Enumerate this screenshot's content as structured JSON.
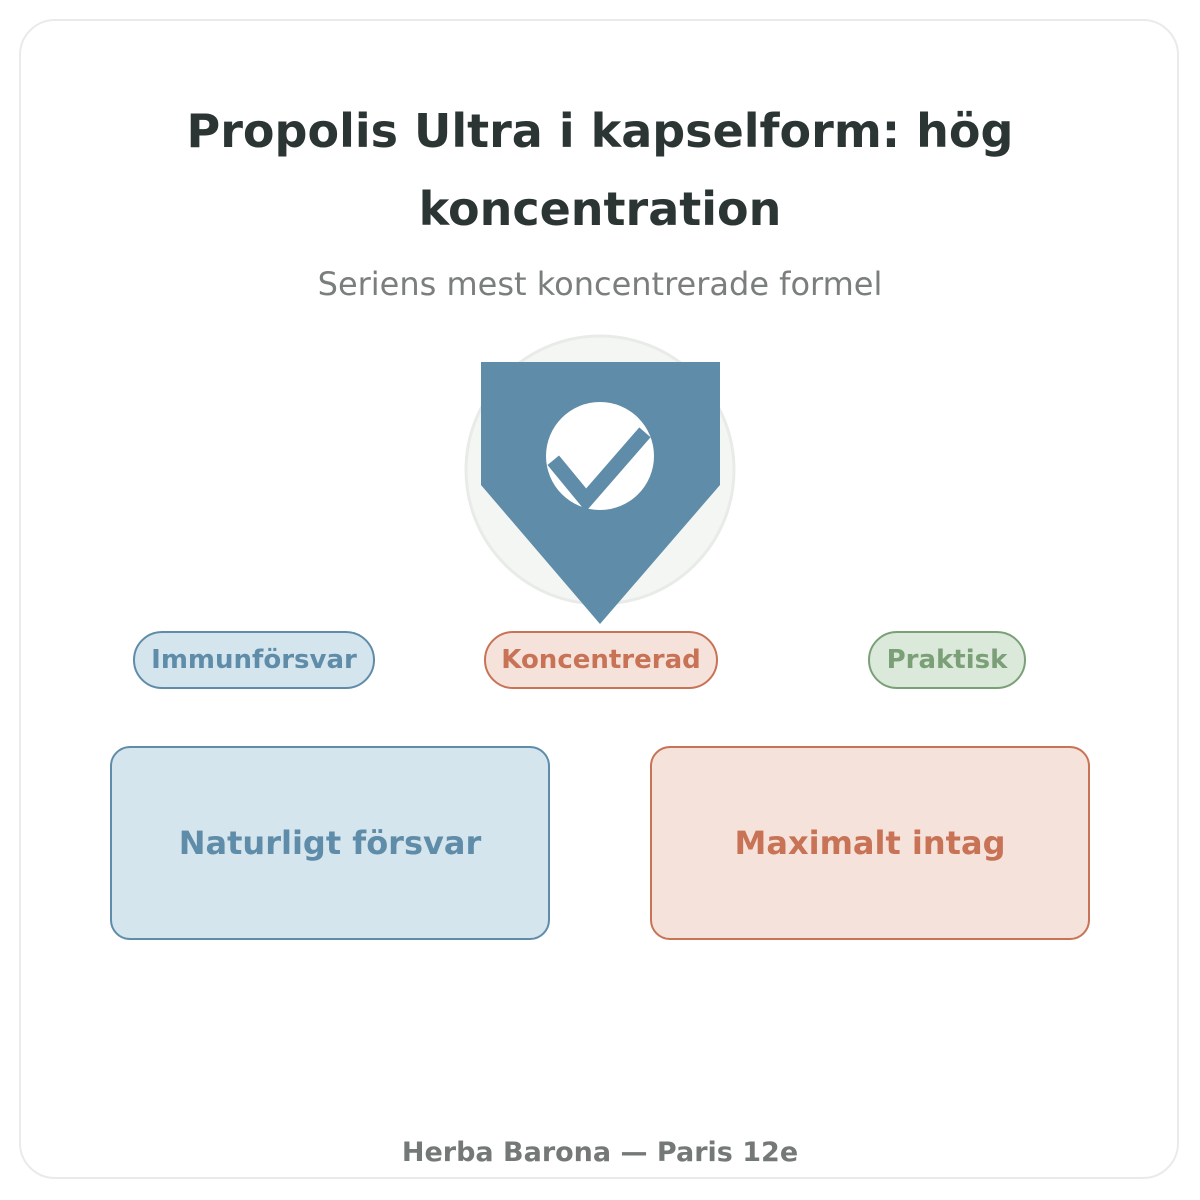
{
  "header": {
    "title": "Propolis Ultra i kapselform: hög koncentration",
    "subtitle": "Seriens mest koncentrerade formel"
  },
  "emblem": {
    "icon": "shield-check-icon",
    "color": "#5f8ca8"
  },
  "tags": [
    {
      "label": "Immunförsvar",
      "color": "#5f8ca8"
    },
    {
      "label": "Koncentrerad",
      "color": "#c87256"
    },
    {
      "label": "Praktisk",
      "color": "#7ba077"
    }
  ],
  "boxes": [
    {
      "label": "Naturligt försvar",
      "color": "#5f8ca8"
    },
    {
      "label": "Maximalt intag",
      "color": "#c87256"
    }
  ],
  "footer": {
    "text": "Herba Barona — Paris 12e"
  }
}
